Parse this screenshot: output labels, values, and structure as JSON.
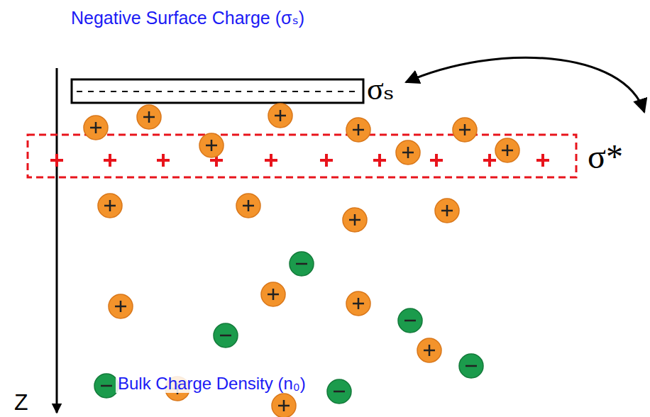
{
  "diagram": {
    "title": "Negative Surface Charge (σₛ)",
    "labels": [
      "σₛ",
      "σ*",
      "Bulk Charge Density (n₀)",
      "Z"
    ]
  }
}
